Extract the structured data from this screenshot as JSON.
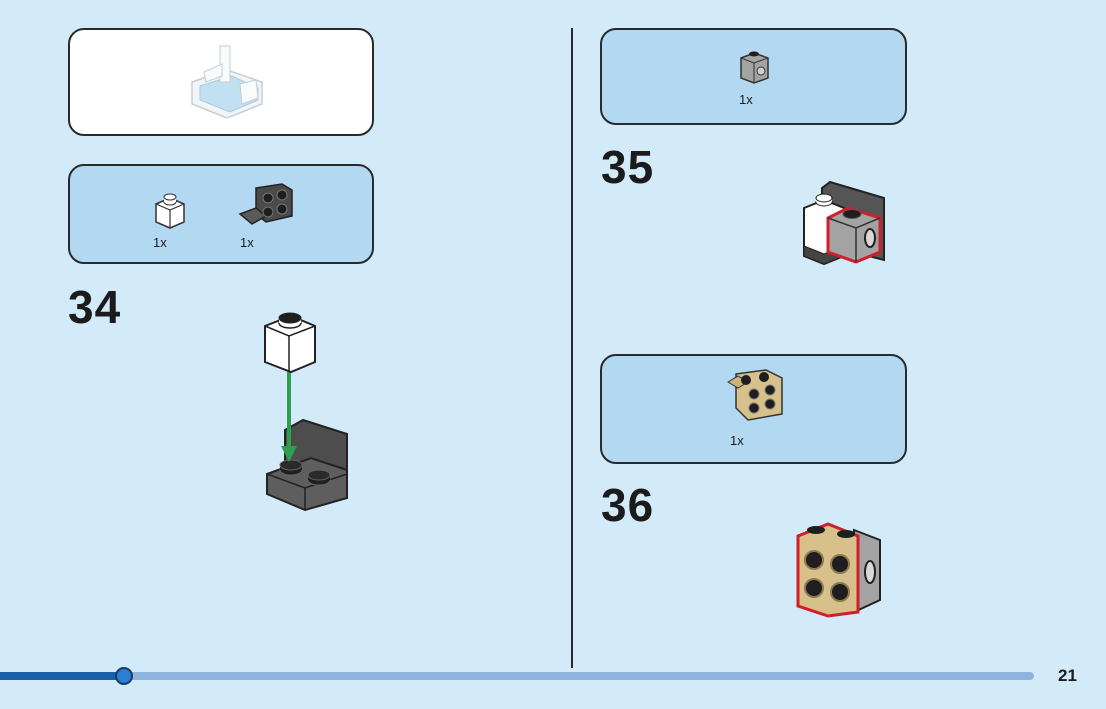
{
  "steps": [
    {
      "number": "34",
      "parts": [
        {
          "name": "white brick 1x1",
          "qty": "1x"
        },
        {
          "name": "dark grey bracket 1x2-2x2",
          "qty": "1x"
        }
      ]
    },
    {
      "number": "35",
      "parts": [
        {
          "name": "grey technic brick 1x1 with hole",
          "qty": "1x"
        }
      ]
    },
    {
      "number": "36",
      "parts": [
        {
          "name": "tan bracket 1x2-2x2",
          "qty": "1x"
        }
      ]
    }
  ],
  "progress": {
    "fraction": 0.12
  },
  "page_number": "21",
  "colors": {
    "background": "#d3eaf9",
    "callout": "#b2d8f2",
    "progress_fill": "#1a5fab",
    "progress_track": "#8db3de",
    "arrow": "#2e9e4f",
    "highlight": "#d11f2a",
    "tan": "#d7c08a",
    "dark_grey": "#5a5a5a"
  }
}
